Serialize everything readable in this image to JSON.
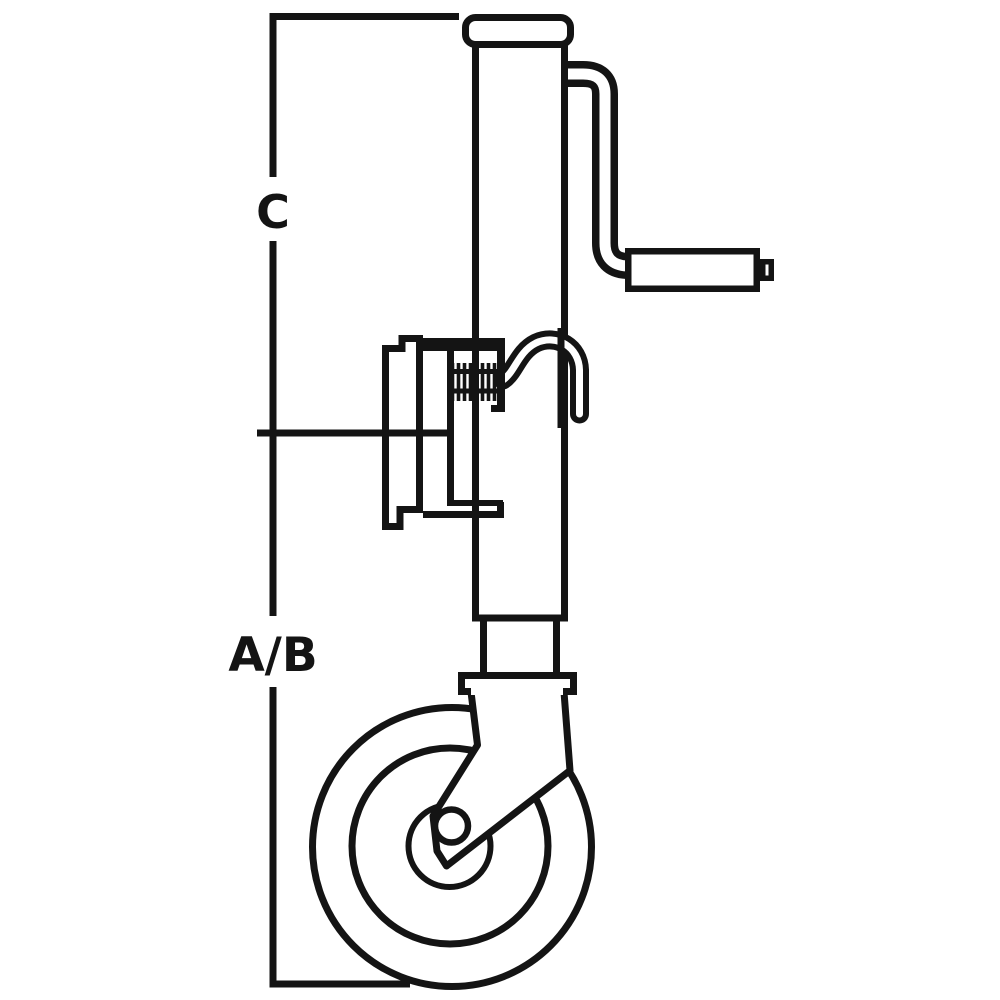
{
  "diagram": {
    "title_hint": "trailer jack swivel caster technical line drawing",
    "background_color": "#ffffff",
    "line_color": "#141414",
    "labels": {
      "upper_dimension": "C",
      "lower_dimension": "A/B"
    },
    "parts": [
      "dimension-extension-lines",
      "jack-top-cap",
      "jack-outer-tube",
      "crank-handle",
      "mount-plate-bracket",
      "spring-pull-pin-hook",
      "inner-tube",
      "swivel-flange",
      "swivel-fork",
      "caster-wheel",
      "axle"
    ]
  }
}
